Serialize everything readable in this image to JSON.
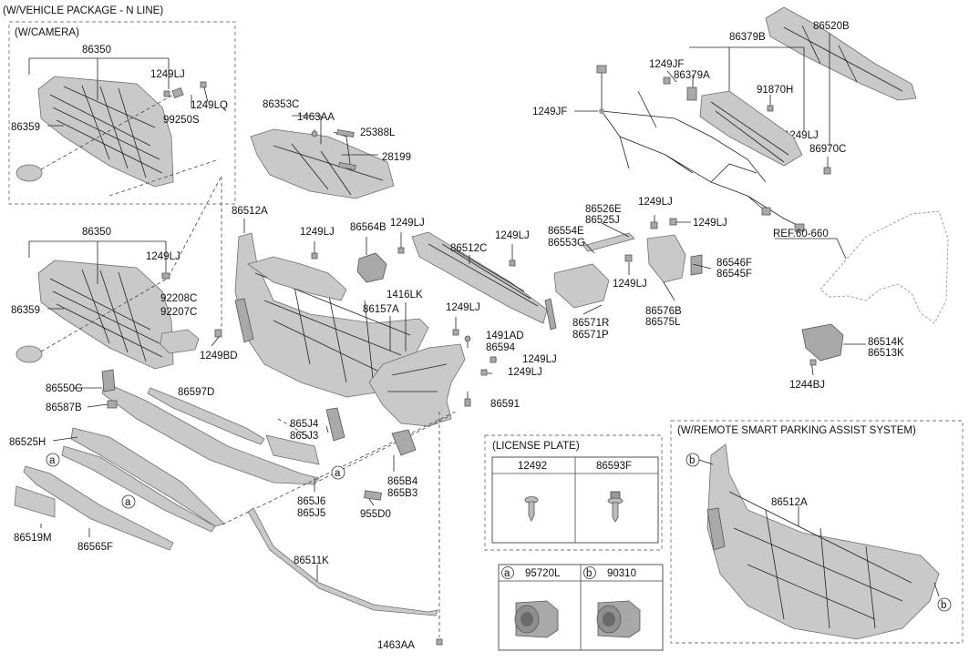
{
  "titles": {
    "package": "(W/VEHICLE PACKAGE - N LINE)",
    "camera": "(W/CAMERA)",
    "license": "(LICENSE PLATE)",
    "rspa": "(W/REMOTE SMART PARKING ASSIST SYSTEM)",
    "ref": "REF.60-660"
  },
  "labels": [
    {
      "id": "l86350a",
      "text": "86350"
    },
    {
      "id": "l1249lj_a",
      "text": "1249LJ"
    },
    {
      "id": "l86359a",
      "text": "86359"
    },
    {
      "id": "l1249lq",
      "text": "1249LQ"
    },
    {
      "id": "l99250s",
      "text": "99250S"
    },
    {
      "id": "l86353c",
      "text": "86353C"
    },
    {
      "id": "l1463aa_a",
      "text": "1463AA"
    },
    {
      "id": "l25388l",
      "text": "25388L"
    },
    {
      "id": "l28199",
      "text": "28199"
    },
    {
      "id": "l86350b",
      "text": "86350"
    },
    {
      "id": "l1249lj_b",
      "text": "1249LJ"
    },
    {
      "id": "l86359b",
      "text": "86359"
    },
    {
      "id": "l92208c",
      "text": "92208C"
    },
    {
      "id": "l92207c",
      "text": "92207C"
    },
    {
      "id": "l1249bd",
      "text": "1249BD"
    },
    {
      "id": "l86512a",
      "text": "86512A"
    },
    {
      "id": "l1249lj_c",
      "text": "1249LJ"
    },
    {
      "id": "l86564b",
      "text": "86564B"
    },
    {
      "id": "l1249lj_d",
      "text": "1249LJ"
    },
    {
      "id": "l86512c",
      "text": "86512C"
    },
    {
      "id": "l1249lj_e",
      "text": "1249LJ"
    },
    {
      "id": "l1416lk",
      "text": "1416LK"
    },
    {
      "id": "l86157a",
      "text": "86157A"
    },
    {
      "id": "l1249lj_f",
      "text": "1249LJ"
    },
    {
      "id": "l1491ad",
      "text": "1491AD"
    },
    {
      "id": "l86594",
      "text": "86594"
    },
    {
      "id": "l1249lj_g",
      "text": "1249LJ"
    },
    {
      "id": "l1249lj_h",
      "text": "1249LJ"
    },
    {
      "id": "l86591",
      "text": "86591"
    },
    {
      "id": "l86550g",
      "text": "86550G"
    },
    {
      "id": "l86597d",
      "text": "86597D"
    },
    {
      "id": "l86587b",
      "text": "86587B"
    },
    {
      "id": "l86525h",
      "text": "86525H"
    },
    {
      "id": "l865j4",
      "text": "865J4"
    },
    {
      "id": "l865j3",
      "text": "865J3"
    },
    {
      "id": "l865b4",
      "text": "865B4"
    },
    {
      "id": "l865b3",
      "text": "865B3"
    },
    {
      "id": "l865j6",
      "text": "865J6"
    },
    {
      "id": "l865j5",
      "text": "865J5"
    },
    {
      "id": "l955d0",
      "text": "955D0"
    },
    {
      "id": "l86519m",
      "text": "86519M"
    },
    {
      "id": "l86565f",
      "text": "86565F"
    },
    {
      "id": "l86511k",
      "text": "86511K"
    },
    {
      "id": "l1463aa_b",
      "text": "1463AA"
    },
    {
      "id": "l86379b",
      "text": "86379B"
    },
    {
      "id": "l86520b",
      "text": "86520B"
    },
    {
      "id": "l1249jf_a",
      "text": "1249JF"
    },
    {
      "id": "l86379a",
      "text": "86379A"
    },
    {
      "id": "l91870h",
      "text": "91870H"
    },
    {
      "id": "l1249lj_i",
      "text": "1249LJ"
    },
    {
      "id": "l86970c",
      "text": "86970C"
    },
    {
      "id": "l1249jf_b",
      "text": "1249JF"
    },
    {
      "id": "l86526e",
      "text": "86526E"
    },
    {
      "id": "l86525j",
      "text": "86525J"
    },
    {
      "id": "l86554e",
      "text": "86554E"
    },
    {
      "id": "l86553g",
      "text": "86553G"
    },
    {
      "id": "l1249lj_j",
      "text": "1249LJ"
    },
    {
      "id": "l1249lj_k",
      "text": "1249LJ"
    },
    {
      "id": "l86546f",
      "text": "86546F"
    },
    {
      "id": "l86545f",
      "text": "86545F"
    },
    {
      "id": "l1249lj_l",
      "text": "1249LJ"
    },
    {
      "id": "l86576b",
      "text": "86576B"
    },
    {
      "id": "l86575l",
      "text": "86575L"
    },
    {
      "id": "l86571r",
      "text": "86571R"
    },
    {
      "id": "l86571p",
      "text": "86571P"
    },
    {
      "id": "l86514k",
      "text": "86514K"
    },
    {
      "id": "l86513k",
      "text": "86513K"
    },
    {
      "id": "l1244bj",
      "text": "1244BJ"
    },
    {
      "id": "l86512a_b",
      "text": "86512A"
    }
  ],
  "license_table": {
    "col1": "12492",
    "col2": "86593F"
  },
  "sensor_table": {
    "a_marker": "a",
    "a_part": "95720L",
    "b_marker": "b",
    "b_part": "90310"
  },
  "callouts": {
    "a": "a",
    "b": "b"
  }
}
